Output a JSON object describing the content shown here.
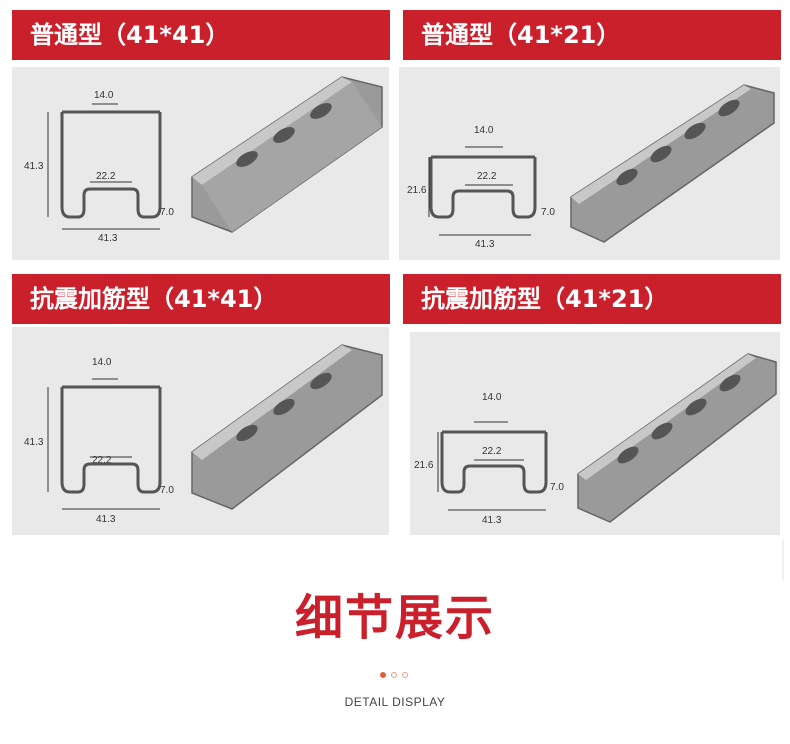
{
  "panels": [
    {
      "title": "普通型（41*41）",
      "dimensions": {
        "width": "14.0",
        "height": "41.3",
        "inner": "22.2",
        "lip": "7.0",
        "base": "41.3"
      }
    },
    {
      "title": "普通型（41*21）",
      "dimensions": {
        "width": "14.0",
        "height": "21.6",
        "inner": "22.2",
        "lip": "7.0",
        "base": "41.3"
      }
    },
    {
      "title": "抗震加筋型（41*41）",
      "dimensions": {
        "width": "14.0",
        "height": "41.3",
        "inner": "22.2",
        "lip": "7.0",
        "base": "41.3"
      }
    },
    {
      "title": "抗震加筋型（41*21）",
      "dimensions": {
        "width": "14.0",
        "height": "21.6",
        "inner": "22.2",
        "lip": "7.0",
        "base": "41.3"
      }
    }
  ],
  "section": {
    "title": "细节展示",
    "subtitle": "DETAIL DISPLAY"
  },
  "colors": {
    "banner": "#c9202c",
    "title": "#c9202c",
    "dot_active": "#e0603a",
    "dot_inactive": "#e8a080"
  }
}
